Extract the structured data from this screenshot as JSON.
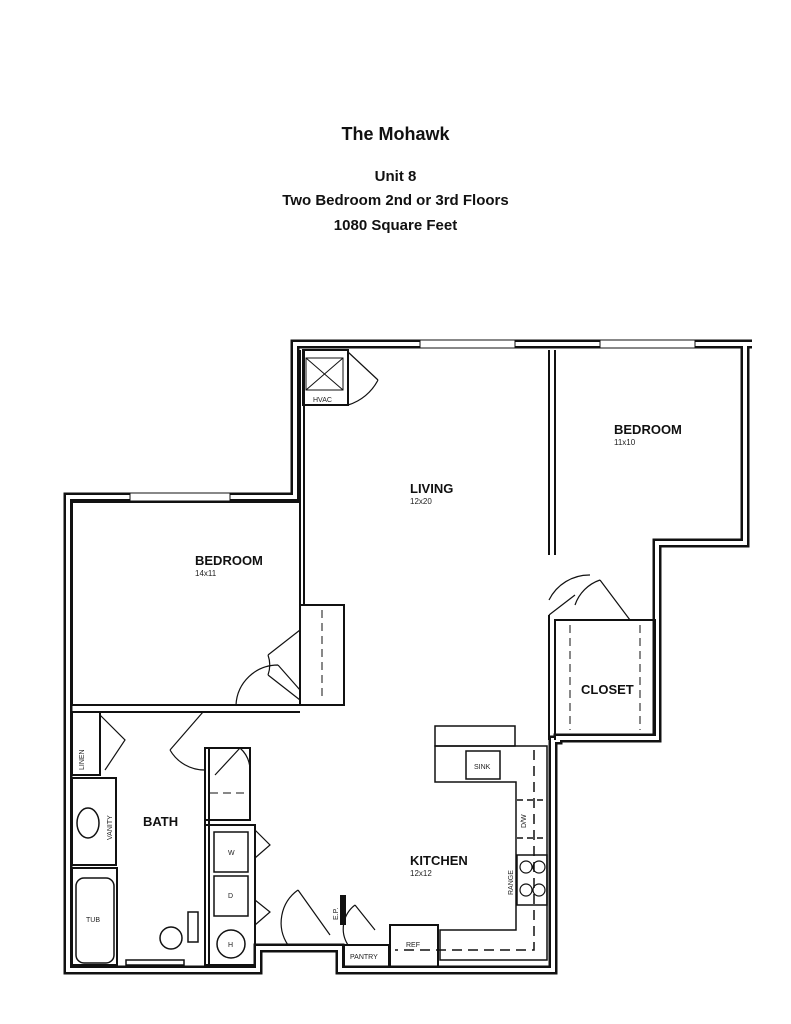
{
  "header": {
    "title": "The Mohawk",
    "unit": "Unit 8",
    "type": "Two Bedroom 2nd or 3rd Floors",
    "area": "1080 Square Feet"
  },
  "rooms": {
    "living": {
      "label": "LIVING",
      "dims": "12x20"
    },
    "bedroom_right": {
      "label": "BEDROOM",
      "dims": "11x10"
    },
    "bedroom_left": {
      "label": "BEDROOM",
      "dims": "14x11"
    },
    "kitchen": {
      "label": "KITCHEN",
      "dims": "12x12"
    },
    "bath": {
      "label": "BATH"
    },
    "closet": {
      "label": "CLOSET"
    }
  },
  "fixtures": {
    "hvac": "HVAC",
    "linen": "LINEN",
    "vanity": "VANITY",
    "tub": "TUB",
    "sink": "SINK",
    "dw": "D/W",
    "range": "RANGE",
    "ref": "REF",
    "pantry": "PANTRY",
    "ep": "E.P.",
    "washer": "W",
    "dryer": "D",
    "water_heater": "H"
  }
}
